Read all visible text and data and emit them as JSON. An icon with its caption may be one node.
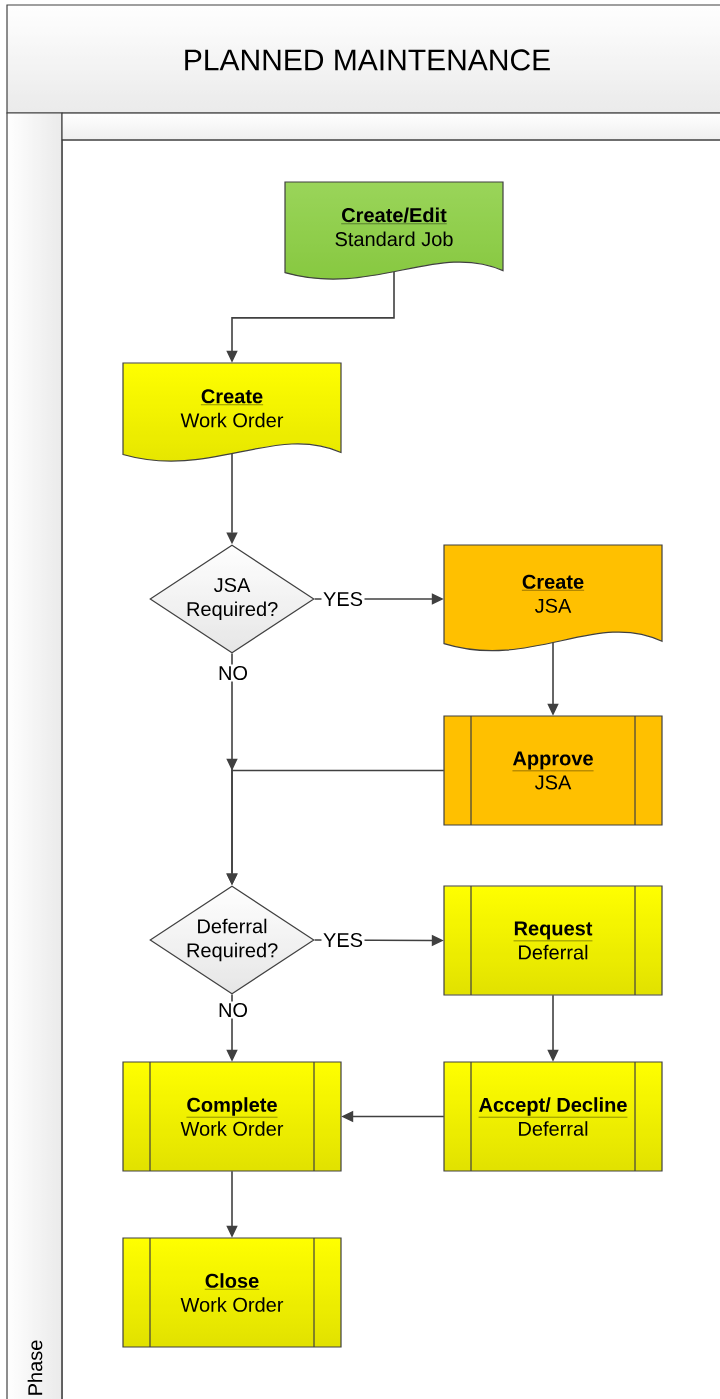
{
  "diagram": {
    "title": "PLANNED MAINTENANCE",
    "nodes": [
      {
        "text": [
          "Create/Edit",
          "Standard Job"
        ]
      },
      {
        "text": [
          "Create",
          "Work Order"
        ]
      },
      {
        "text": [
          "JSA Required?"
        ]
      },
      {
        "text": [
          "Create",
          "JSA"
        ]
      },
      {
        "text": [
          "Approve",
          "JSA"
        ]
      },
      {
        "text": [
          "Deferral Required?"
        ]
      },
      {
        "text": [
          "Request",
          "Deferral"
        ]
      },
      {
        "text": [
          "Accept/ Decline",
          "Deferral"
        ]
      },
      {
        "text": [
          "Complete",
          "Work Order"
        ]
      },
      {
        "text": [
          "Close",
          "Work Order"
        ]
      }
    ],
    "edges": [
      {
        "from": 0,
        "to": 1,
        "arrow": "to"
      },
      {
        "from": 1,
        "to": 2,
        "arrow": "to"
      },
      {
        "from": 2,
        "to": 3,
        "arrow": "to",
        "label": "YES"
      },
      {
        "from": 3,
        "to": 4,
        "arrow": "to"
      },
      {
        "from": 4,
        "to": 5,
        "arrow": "to"
      },
      {
        "from": 2,
        "to": 5,
        "arrow": "to",
        "label": "NO"
      },
      {
        "from": 5,
        "to": 6,
        "arrow": "to",
        "label": "YES"
      },
      {
        "from": 6,
        "to": 7,
        "arrow": "to"
      },
      {
        "from": 7,
        "to": 8,
        "arrow": "to"
      },
      {
        "from": 5,
        "to": 8,
        "arrow": "to",
        "label": "NO"
      },
      {
        "from": 8,
        "to": 9,
        "arrow": "to"
      }
    ],
    "labels": [
      "Phase"
    ]
  }
}
